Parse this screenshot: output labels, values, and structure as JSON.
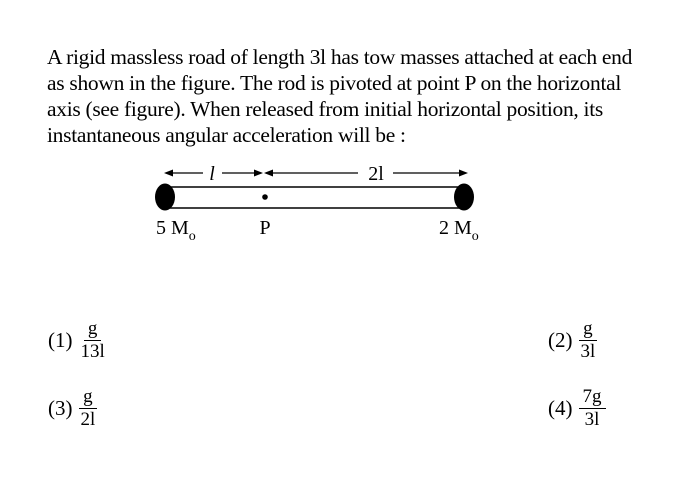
{
  "question": {
    "text": "A rigid massless road of length 3l has tow masses attached at each end as shown in the figure. The rod is pivoted at point P on the horizontal axis (see figure). When released from initial horizontal position, its instantaneous angular acceleration will be :"
  },
  "figure": {
    "left_length_label": "l",
    "right_length_label": "2l",
    "left_mass_label": "5 M",
    "left_mass_subscript": "o",
    "pivot_label": "P",
    "right_mass_label": "2 M",
    "right_mass_subscript": "o"
  },
  "options": [
    {
      "number": "(1)",
      "numerator": "g",
      "denominator": "13l"
    },
    {
      "number": "(2)",
      "numerator": "g",
      "denominator": "3l"
    },
    {
      "number": "(3)",
      "numerator": "g",
      "denominator": "2l"
    },
    {
      "number": "(4)",
      "numerator": "7g",
      "denominator": "3l"
    }
  ]
}
